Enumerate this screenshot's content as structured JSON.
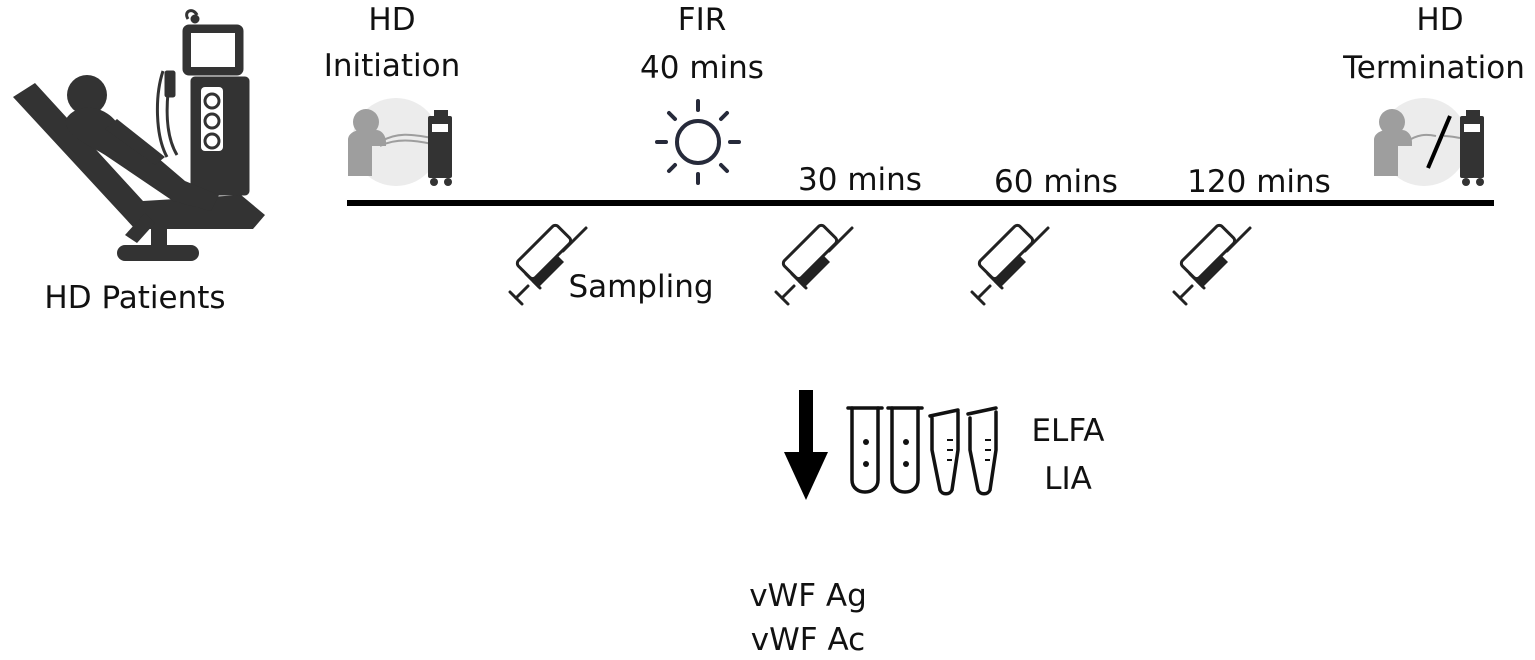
{
  "patients": {
    "label": "HD Patients"
  },
  "timeline": {
    "initiation": {
      "line1": "HD",
      "line2": "Initiation"
    },
    "fir": {
      "line1": "FIR",
      "line2": "40 mins"
    },
    "termination": {
      "line1": "HD",
      "line2": "Termination"
    },
    "timepoints": [
      "30 mins",
      "60 mins",
      "120 mins"
    ],
    "sampling_label": "Sampling"
  },
  "assays": {
    "line1": "ELFA",
    "line2": "LIA"
  },
  "outputs": {
    "line1": "vWF Ag",
    "line2": "vWF Ac"
  },
  "colors": {
    "icon_dark": "#333333",
    "icon_gray": "#9e9e9e",
    "halo": "#ececec",
    "line": "#000000"
  }
}
